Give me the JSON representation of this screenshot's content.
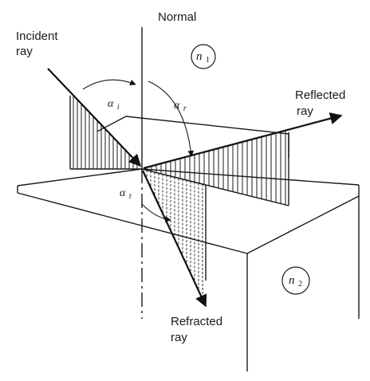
{
  "labels": {
    "normal": "Normal",
    "incident_line1": "Incident",
    "incident_line2": "ray",
    "reflected_line1": "Reflected",
    "reflected_line2": "ray",
    "refracted_line1": "Refracted",
    "refracted_line2": "ray"
  },
  "angles": {
    "incident": {
      "symbol": "α",
      "subscript": "i"
    },
    "reflected": {
      "symbol": "α",
      "subscript": "r"
    },
    "transmitted": {
      "symbol": "α",
      "subscript": "t"
    }
  },
  "media": {
    "upper": {
      "symbol": "n",
      "subscript": "1"
    },
    "lower": {
      "symbol": "n",
      "subscript": "2"
    }
  },
  "colors": {
    "ink": "#1a1a1a",
    "background": "#ffffff"
  }
}
